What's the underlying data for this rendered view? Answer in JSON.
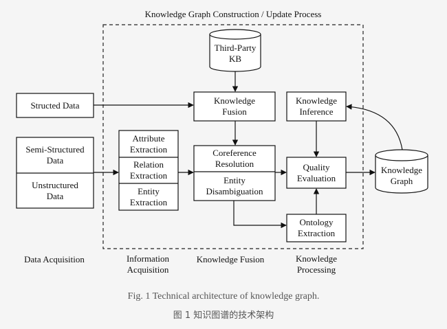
{
  "title": "Knowledge Graph Construction / Update Process",
  "nodes": {
    "third_party_kb": "Third-Party\nKB",
    "structed_data": "Structed Data",
    "semi_structured": "Semi-Structured\nData",
    "unstructured": "Unstructured\nData",
    "knowledge_fusion": "Knowledge\nFusion",
    "knowledge_inference": "Knowledge\nInference",
    "attribute_extraction": "Attribute\nExtraction",
    "relation_extraction": "Relation\nExtraction",
    "entity_extraction": "Entity\nExtraction",
    "coreference_resolution": "Coreference\nResolution",
    "entity_disambiguation": "Entity\nDisambiguation",
    "quality_evaluation": "Quality\nEvaluation",
    "ontology_extraction": "Ontology\nExtraction",
    "knowledge_graph": "Knowledge\nGraph"
  },
  "stages": {
    "data_acquisition": "Data Acquisition",
    "information_acquisition": "Information\nAcquisition",
    "knowledge_fusion": "Knowledge Fusion",
    "knowledge_processing": "Knowledge\nProcessing"
  },
  "caption": {
    "english": "Fig. 1   Technical architecture of knowledge graph.",
    "chinese": "图 1   知识图谱的技术架构"
  }
}
